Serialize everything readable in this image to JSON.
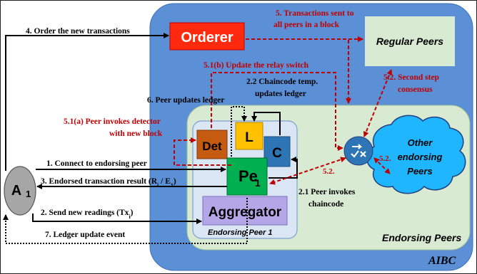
{
  "containers": {
    "aibc": "AIBC",
    "endorsing_peers": "Endorsing Peers",
    "endorsing_peer_1": "Endorsing Peer 1"
  },
  "nodes": {
    "orderer": "Orderer",
    "regular_peers": "Regular Peers",
    "other_endorsing_peers_line1": "Other",
    "other_endorsing_peers_line2": "endorsing",
    "other_endorsing_peers_line3": "Peers",
    "det": "Det",
    "l": "L",
    "c": "C",
    "pe_main": "Pe",
    "pe_sub": "1",
    "aggregator": "Aggregator",
    "a_main": "A",
    "a_sub": "1"
  },
  "steps": {
    "s1": "1. Connect to endorsing peer",
    "s2": "2. Send new readings (Tx",
    "s2_sub": "i",
    "s2_close": ")",
    "s3": "3. Endorsed transaction result (R",
    "s3_sub1": "i",
    "s3_mid": " / E",
    "s3_sub2": "1",
    "s3_close": ")",
    "s4": "4. Order the new transactions",
    "s5_line1": "5. Transactions sent to",
    "s5_line2": "all peers in a block",
    "s5_1b": "5.1(b) Update the relay  switch",
    "s5_1a_line1": "5.1(a) Peer invokes detector",
    "s5_1a_line2": "with new block",
    "s5_2_line1": "5.2. Second step",
    "s5_2_line2": "consensus",
    "s5_2_a": "5.2.",
    "s5_2_b": "5.2.",
    "s6": "6. Peer updates ledger",
    "s7": "7. Ledger update event",
    "s2_1_line1": "2.1 Peer invokes",
    "s2_1_line2": "chaincode",
    "s2_2_line1": "2.2 Chaincode temp.",
    "s2_2_line2": "updates ledger"
  },
  "colors": {
    "aibc_fill": "#5b8fd6",
    "endorsing_fill": "#d9ead3",
    "peer1_fill": "#dbe6f5",
    "orderer_fill": "#ff2a0e",
    "regular_fill": "#d9ead3",
    "cloud_fill": "#1fb6ff",
    "det_fill": "#c55a11",
    "l_fill": "#ffc000",
    "c_fill": "#2e75b6",
    "pe_fill": "#00b050",
    "aggregator_fill": "#b4a7e8",
    "actor_fill": "#a6a6a6",
    "red_text": "#c00000"
  }
}
